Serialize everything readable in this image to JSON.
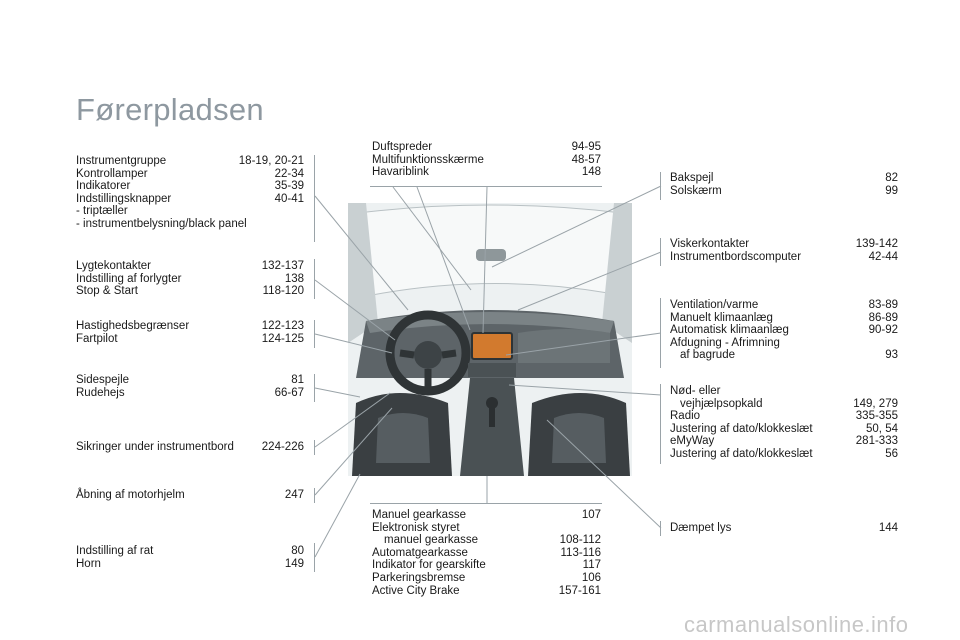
{
  "page_title": "Førerpladsen",
  "groups": {
    "left_1": [
      {
        "label": "Instrumentgruppe",
        "page": "18-19, 20-21"
      },
      {
        "label": "Kontrollamper",
        "page": "22-34"
      },
      {
        "label": "Indikatorer",
        "page": "35-39"
      },
      {
        "label": "Indstillingsknapper",
        "page": "40-41"
      },
      {
        "label": "-   triptæller",
        "page": ""
      },
      {
        "label": "-   instrumentbelysning/black panel",
        "page": ""
      }
    ],
    "left_2": [
      {
        "label": "Lygtekontakter",
        "page": "132-137"
      },
      {
        "label": "Indstilling af forlygter",
        "page": "138"
      },
      {
        "label": "Stop & Start",
        "page": "118-120"
      }
    ],
    "left_3": [
      {
        "label": "Hastighedsbegrænser",
        "page": "122-123"
      },
      {
        "label": "Fartpilot",
        "page": "124-125"
      }
    ],
    "left_4": [
      {
        "label": "Sidespejle",
        "page": "81"
      },
      {
        "label": "Rudehejs",
        "page": "66-67"
      }
    ],
    "left_5": [
      {
        "label": "Sikringer under instrumentbord",
        "page": "224-226"
      }
    ],
    "left_6": [
      {
        "label": "Åbning af motorhjelm",
        "page": "247"
      }
    ],
    "left_7": [
      {
        "label": "Indstilling af rat",
        "page": "80"
      },
      {
        "label": "Horn",
        "page": "149"
      }
    ],
    "center_top": [
      {
        "label": "Duftspreder",
        "page": "94-95"
      },
      {
        "label": "Multifunktionsskærme",
        "page": "48-57"
      },
      {
        "label": "Havariblink",
        "page": "148"
      }
    ],
    "center_bottom": [
      {
        "label": "Manuel gearkasse",
        "page": "107"
      },
      {
        "label": "Elektronisk styret",
        "page": ""
      },
      {
        "label": "manuel gearkasse",
        "page": "108-112"
      },
      {
        "label": "Automatgearkasse",
        "page": "113-116"
      },
      {
        "label": "Indikator for gearskifte",
        "page": "117"
      },
      {
        "label": "Parkeringsbremse",
        "page": "106"
      },
      {
        "label": "Active City Brake",
        "page": "157-161"
      }
    ],
    "right_1": [
      {
        "label": "Bakspejl",
        "page": "82"
      },
      {
        "label": "Solskærm",
        "page": "99"
      }
    ],
    "right_2": [
      {
        "label": "Viskerkontakter",
        "page": "139-142"
      },
      {
        "label": "Instrumentbordscomputer",
        "page": "42-44"
      }
    ],
    "right_3": [
      {
        "label": "Ventilation/varme",
        "page": "83-89"
      },
      {
        "label": "Manuelt klimaanlæg",
        "page": "86-89"
      },
      {
        "label": "Automatisk klimaanlæg",
        "page": "90-92"
      },
      {
        "label": "Afdugning - Afrimning",
        "page": ""
      },
      {
        "label": "af bagrude",
        "page": "93"
      }
    ],
    "right_4": [
      {
        "label": "Nød- eller",
        "page": ""
      },
      {
        "label": "vejhjælpsopkald",
        "page": "149, 279"
      },
      {
        "label": "Radio",
        "page": "335-355"
      },
      {
        "label": "Justering af dato/klokkeslæt",
        "page": "50, 54"
      },
      {
        "label": "eMyWay",
        "page": "281-333"
      },
      {
        "label": "Justering af dato/klokkeslæt",
        "page": "56"
      }
    ],
    "right_5": [
      {
        "label": "Dæmpet lys",
        "page": "144"
      }
    ]
  },
  "watermark": "carmanualsonline.info",
  "colors": {
    "accent_title": "#8e98a0",
    "leader_lines": "#9aa3a8",
    "photo_bg": "#e9eef0"
  }
}
